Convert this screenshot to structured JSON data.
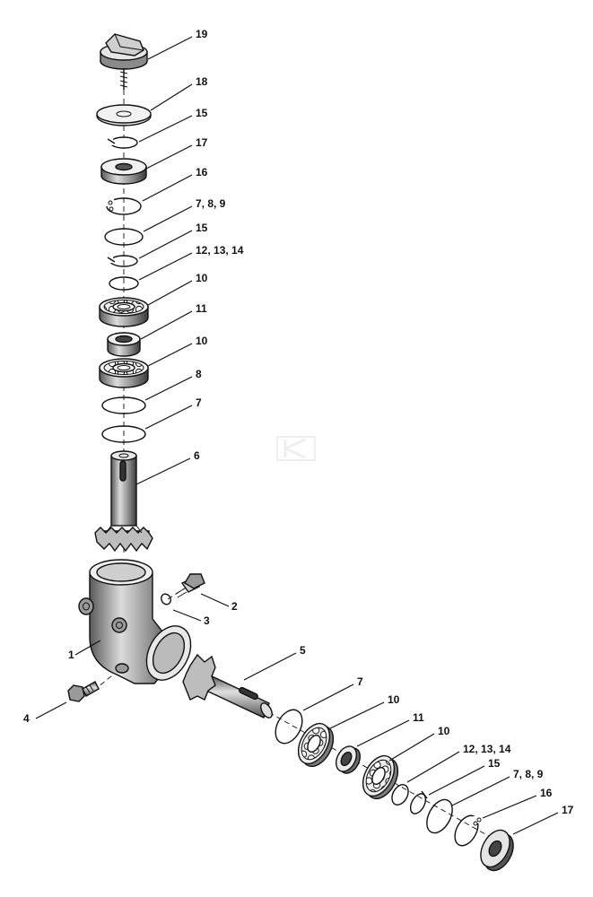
{
  "colors": {
    "ink": "#111111",
    "paper": "#ffffff",
    "shade": "#7a7a7a",
    "light": "#d9d9d9",
    "watermark": "#e6e6e6"
  },
  "callouts": {
    "c19": "19",
    "c18": "18",
    "c15a": "15",
    "c17a": "17",
    "c16a": "16",
    "c789a": "7, 8, 9",
    "c15b": "15",
    "c121314a": "12, 13, 14",
    "c10a": "10",
    "c11a": "11",
    "c10b": "10",
    "c8": "8",
    "c7a": "7",
    "c6": "6",
    "c2": "2",
    "c3": "3",
    "c1": "1",
    "c4": "4",
    "c5": "5",
    "c7b": "7",
    "c10c": "10",
    "c11b": "11",
    "c10d": "10",
    "c121314b": "12, 13, 14",
    "c15c": "15",
    "c789b": "7, 8, 9",
    "c16b": "16",
    "c17b": "17"
  }
}
